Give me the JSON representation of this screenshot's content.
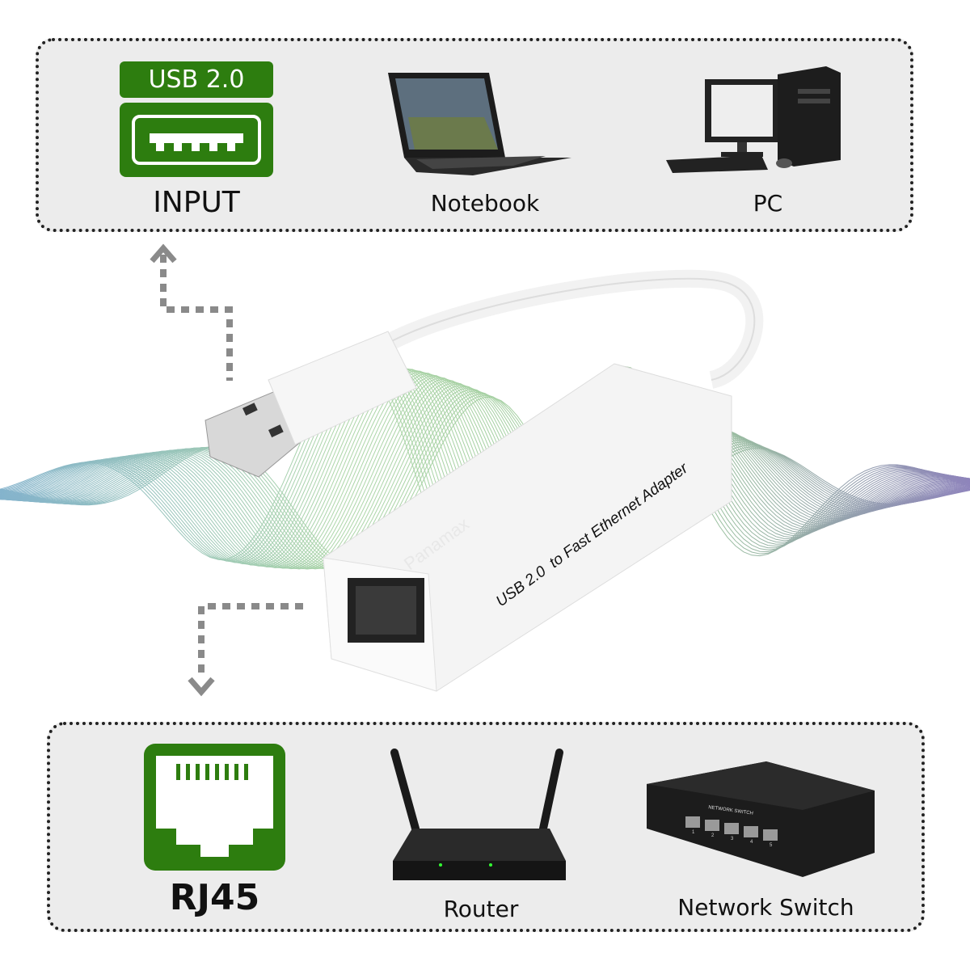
{
  "input": {
    "badge": "USB 2.0",
    "label": "INPUT",
    "icon": "usb-port-icon"
  },
  "devices_top": [
    {
      "label": "Notebook",
      "icon": "laptop-icon"
    },
    {
      "label": "PC",
      "icon": "desktop-pc-icon"
    }
  ],
  "output": {
    "label": "RJ45",
    "icon": "rj45-port-icon"
  },
  "devices_bottom": [
    {
      "label": "Router",
      "icon": "router-icon"
    },
    {
      "label": "Network Switch",
      "icon": "network-switch-icon",
      "device_text": "NETWORK SWITCH",
      "ports": [
        "1",
        "2",
        "3",
        "4",
        "5"
      ]
    }
  ],
  "product": {
    "label": "USB 2.0  to Fast Ethernet Adapter",
    "watermark": "Panamax"
  },
  "colors": {
    "accent": "#2d7d0f",
    "panel": "#ececec",
    "arrow": "#8a8a8a"
  }
}
